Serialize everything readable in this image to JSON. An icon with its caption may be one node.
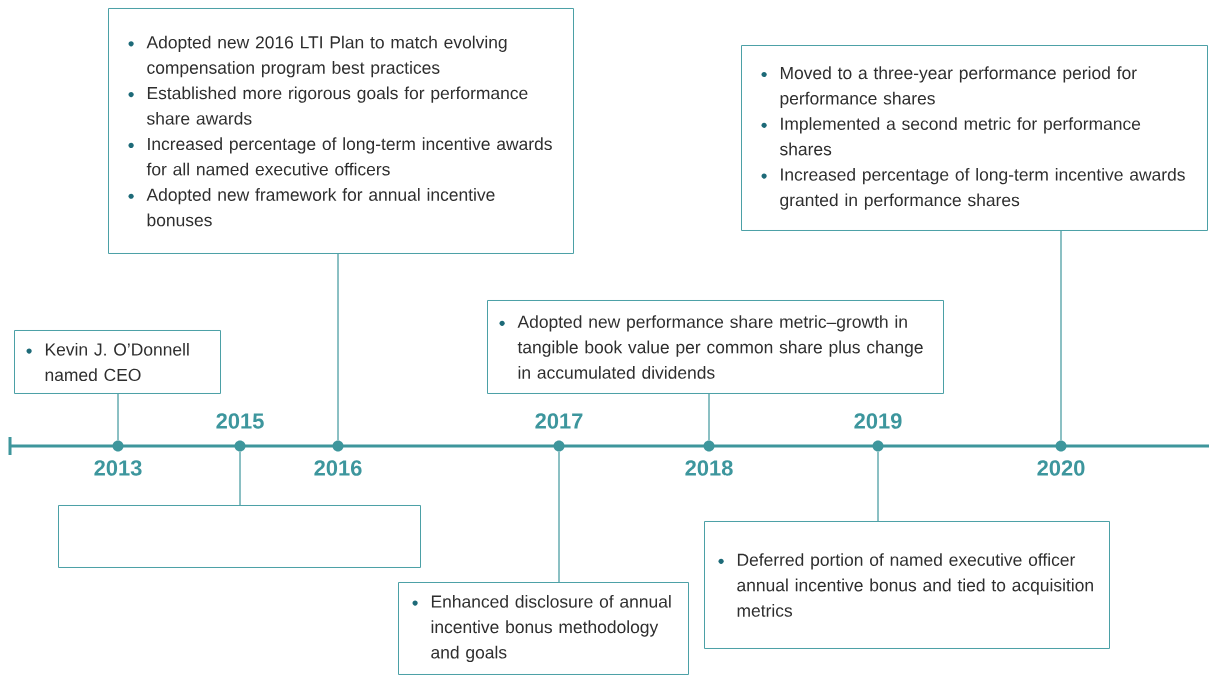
{
  "diagram": {
    "nodes": [
      {
        "text": [
          "Adopted new 2016 LTI Plan to match evolving compensation program best practices",
          "Established more rigorous goals for performance share awards",
          "Increased percentage of long-term incentive awards for all named executive officers",
          "Adopted new framework for annual incentive bonuses"
        ]
      },
      {
        "text": [
          "Moved to a three-year performance period for performance shares",
          "Implemented a second metric for performance shares",
          "Increased percentage of long-term incentive awards granted in performance shares"
        ]
      },
      {
        "text": [
          "Kevin J. O’Donnell named CEO"
        ]
      },
      {
        "text": [
          "Adopted new performance share metric–growth in tangible book value per common share plus change in accumulated dividends"
        ]
      },
      {
        "text": [],
        "shape": "circle",
        "beside": [
          "2013"
        ]
      },
      {
        "text": [],
        "shape": "circle",
        "beside": [
          "2015"
        ]
      },
      {
        "text": [],
        "shape": "circle",
        "beside": [
          "2016"
        ]
      },
      {
        "text": [],
        "shape": "circle",
        "beside": [
          "2017"
        ]
      },
      {
        "text": [],
        "shape": "circle",
        "beside": [
          "2018"
        ]
      },
      {
        "text": [],
        "shape": "circle",
        "beside": [
          "2019"
        ]
      },
      {
        "text": [],
        "shape": "circle",
        "beside": [
          "2020"
        ]
      },
      {
        "text": [],
        "shape": "box"
      },
      {
        "text": [
          "Deferred portion of named executive officer annual incentive bonus and tied to acquisition metrics"
        ]
      },
      {
        "text": [
          "Enhanced disclosure of annual incentive bonus methodology and goals"
        ]
      }
    ],
    "edges": [
      {
        "from": 2,
        "to": 4,
        "arrow": "none"
      },
      {
        "from": 11,
        "to": 5,
        "arrow": "none"
      },
      {
        "from": 0,
        "to": 6,
        "arrow": "none"
      },
      {
        "from": 13,
        "to": 7,
        "arrow": "none"
      },
      {
        "from": 3,
        "to": 8,
        "arrow": "none"
      },
      {
        "from": 12,
        "to": 9,
        "arrow": "none"
      },
      {
        "from": 1,
        "to": 10,
        "arrow": "none"
      }
    ]
  }
}
